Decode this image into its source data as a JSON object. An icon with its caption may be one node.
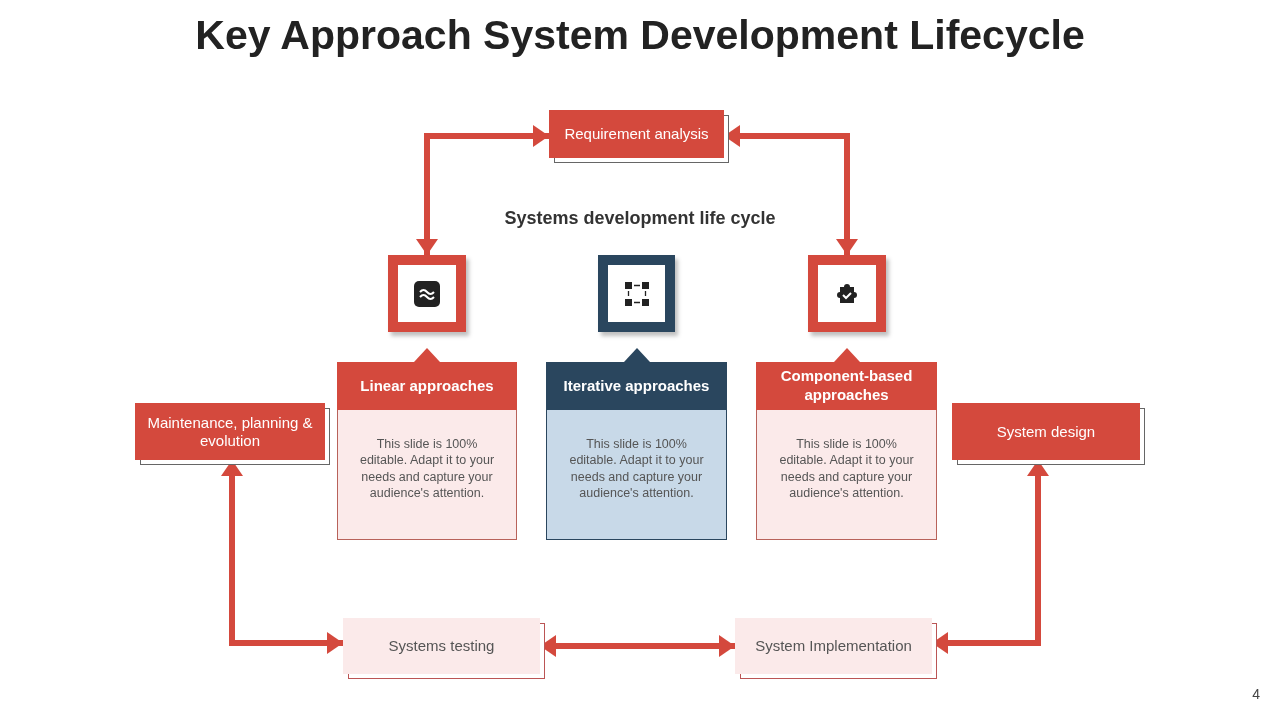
{
  "diagram": {
    "title": "Key Approach System Development Lifecycle",
    "nodes": [
      {
        "text": [
          "Requirement analysis"
        ]
      },
      {
        "text": [],
        "shape": "box"
      },
      {
        "text": [],
        "shape": "box"
      },
      {
        "text": [],
        "shape": "box"
      },
      {
        "text": [
          "Linear approaches",
          "This slide is 100% editable. Adapt it to your needs and capture your audience's attention."
        ]
      },
      {
        "text": [
          "Iterative approaches",
          "This slide is 100% editable. Adapt it to your needs and capture your audience's attention."
        ]
      },
      {
        "text": [
          "Component-based approaches",
          "This slide is 100% editable. Adapt it to your needs and capture your audience's attention."
        ]
      },
      {
        "text": [
          "Maintenance, planning & evolution"
        ]
      },
      {
        "text": [
          "System design"
        ]
      },
      {
        "text": [
          "Systems testing"
        ]
      },
      {
        "text": [
          "System Implementation"
        ]
      }
    ],
    "edges": [
      {
        "from": 0,
        "to": 1,
        "arrow": "both"
      },
      {
        "from": 0,
        "to": 3,
        "arrow": "both"
      },
      {
        "from": 7,
        "to": 9,
        "arrow": "both"
      },
      {
        "from": 9,
        "to": 10,
        "arrow": "both"
      },
      {
        "from": 10,
        "to": 8,
        "arrow": "both"
      }
    ],
    "labels": [
      "Systems development life cycle",
      "4"
    ]
  }
}
